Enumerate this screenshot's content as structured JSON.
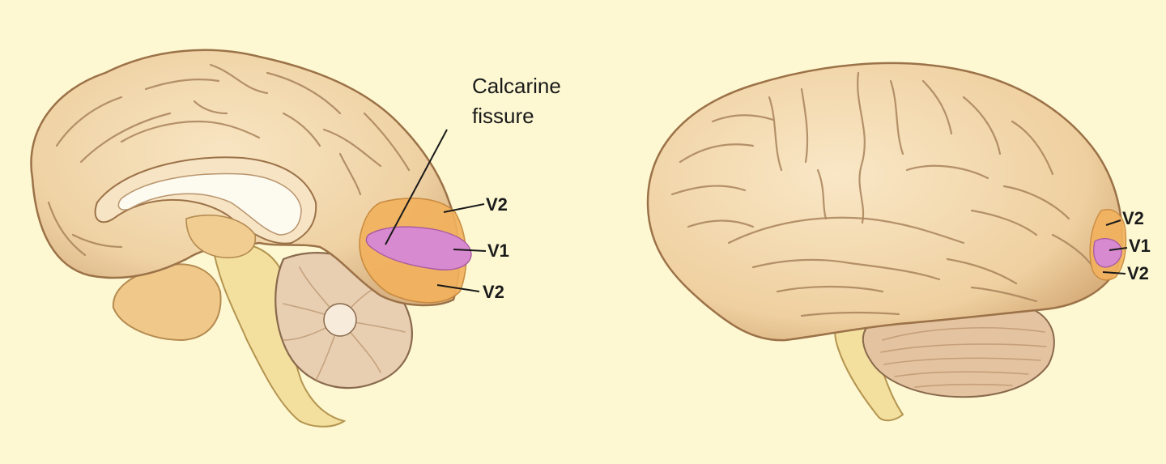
{
  "medial_view": {
    "callout": [
      "Calcarine",
      "fissure"
    ],
    "labels": {
      "v2_top": "V2",
      "v1": "V1",
      "v2_bottom": "V2"
    }
  },
  "lateral_view": {
    "labels": {
      "v2_top": "V2",
      "v1": "V1",
      "v2_bottom": "V2"
    }
  },
  "colors": {
    "background": "#fdf8d2",
    "cortex": "#f2d8ae",
    "v1_area": "#d88ad0",
    "v2_area": "#f2b25e",
    "brainstem": "#f3df9e",
    "cerebellum": "#e8cfb2"
  }
}
